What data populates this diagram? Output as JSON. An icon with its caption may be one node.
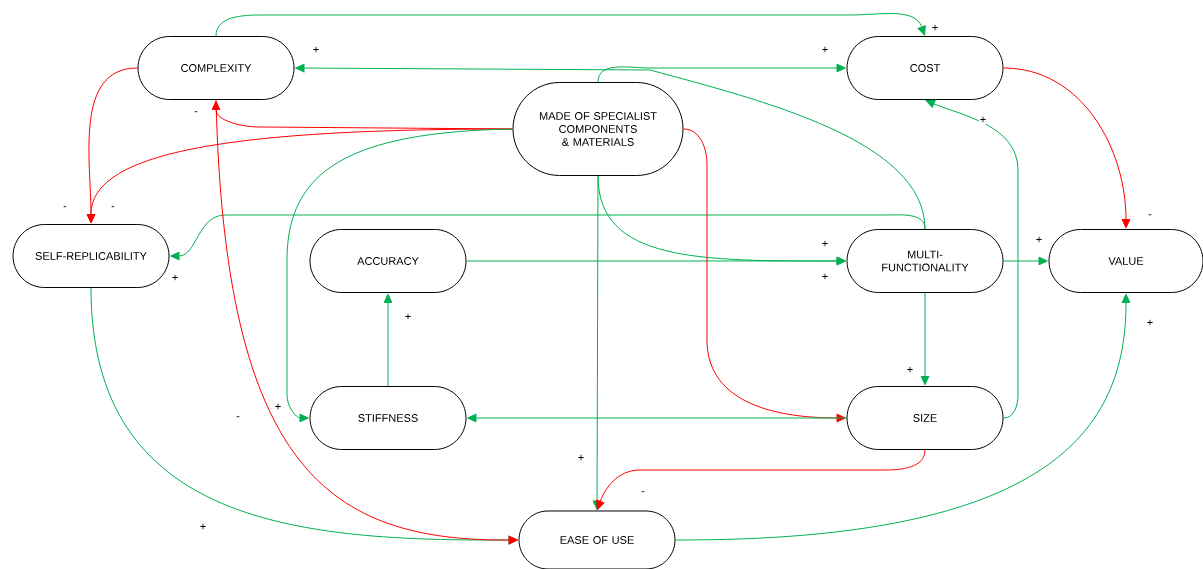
{
  "diagram": {
    "nodes": [
      {
        "text": [
          "COMPLEXITY"
        ]
      },
      {
        "text": [
          "COST"
        ]
      },
      {
        "text": [
          "MADE OF SPECIALIST COMPONENTS & MATERIALS"
        ]
      },
      {
        "text": [
          "SELF-REPLICABILITY"
        ]
      },
      {
        "text": [
          "ACCURACY"
        ]
      },
      {
        "text": [
          "MULTI- FUNCTIONALITY"
        ]
      },
      {
        "text": [
          "VALUE"
        ]
      },
      {
        "text": [
          "STIFFNESS"
        ]
      },
      {
        "text": [
          "SIZE"
        ]
      },
      {
        "text": [
          "EASE OF USE"
        ]
      }
    ],
    "edges": [
      {
        "from": 0,
        "to": 1,
        "arrow": "to",
        "label": "+"
      },
      {
        "from": 5,
        "to": 0,
        "arrow": "to",
        "label": "+"
      },
      {
        "from": 2,
        "to": 1,
        "arrow": "to",
        "label": "+"
      },
      {
        "from": 2,
        "to": 0,
        "arrow": "to",
        "label": "-",
        "color": "#ff0000"
      },
      {
        "from": 0,
        "to": 3,
        "arrow": "to",
        "label": "-",
        "color": "#ff0000"
      },
      {
        "from": 2,
        "to": 3,
        "arrow": "to",
        "label": "-",
        "color": "#ff0000"
      },
      {
        "from": 5,
        "to": 3,
        "arrow": "to",
        "label": "+"
      },
      {
        "from": 2,
        "to": 5,
        "arrow": "to",
        "label": "+"
      },
      {
        "from": 4,
        "to": 5,
        "arrow": "to",
        "label": "+"
      },
      {
        "from": 5,
        "to": 6,
        "arrow": "to",
        "label": "+"
      },
      {
        "from": 1,
        "to": 6,
        "arrow": "to",
        "label": "-",
        "color": "#ff0000"
      },
      {
        "from": 5,
        "to": 8,
        "arrow": "to",
        "label": "+"
      },
      {
        "from": 8,
        "to": 1,
        "arrow": "to",
        "label": "+"
      },
      {
        "from": 2,
        "to": 8,
        "arrow": "to",
        "color": "#ff0000"
      },
      {
        "from": 8,
        "to": 7,
        "arrow": "to"
      },
      {
        "from": 2,
        "to": 7,
        "arrow": "to",
        "label": "+"
      },
      {
        "from": 7,
        "to": 4,
        "arrow": "to",
        "label": "+"
      },
      {
        "from": 2,
        "to": 9,
        "arrow": "to",
        "label": "+"
      },
      {
        "from": 8,
        "to": 9,
        "arrow": "to",
        "label": "-",
        "color": "#ff0000"
      },
      {
        "from": 3,
        "to": 9,
        "arrow": "to",
        "label": "+"
      },
      {
        "from": 0,
        "to": 9,
        "arrow": "to",
        "label": "-",
        "color": "#ff0000"
      },
      {
        "from": 9,
        "to": 6,
        "arrow": "to",
        "label": "+"
      }
    ]
  }
}
